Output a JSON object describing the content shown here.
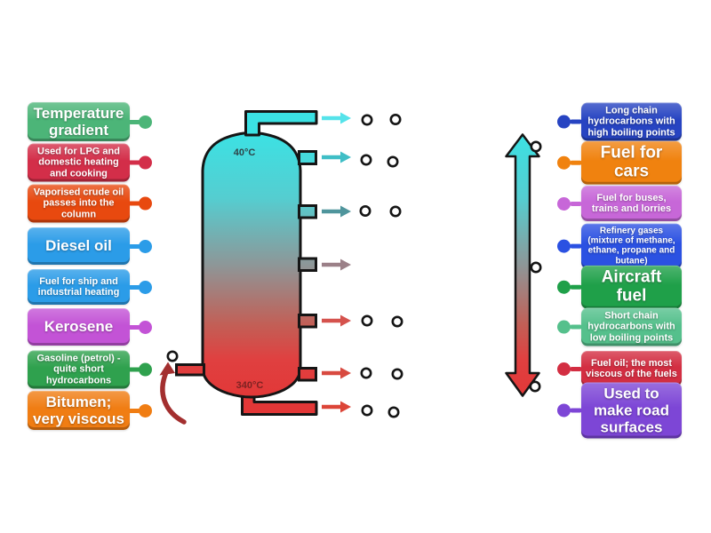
{
  "activity": "Fractional distillation labelled diagram",
  "labels_left": [
    {
      "text": "Temperature gradient",
      "color": "#4cb578"
    },
    {
      "text": "Used for LPG and domestic heating and cooking",
      "color": "#d32e49"
    },
    {
      "text": "Vaporised crude oil passes into the column",
      "color": "#e8490f"
    },
    {
      "text": "Diesel oil",
      "color": "#2b9ce8"
    },
    {
      "text": "Fuel for ship and industrial heating",
      "color": "#2b9ce8"
    },
    {
      "text": "Kerosene",
      "color": "#c353d6"
    },
    {
      "text": "Gasoline (petrol) - quite short hydrocarbons",
      "color": "#2fa14e"
    },
    {
      "text": "Bitumen; very viscous",
      "color": "#f07d13"
    }
  ],
  "labels_right": [
    {
      "text": "Long chain hydrocarbons with high boiling points",
      "color": "#2744c2"
    },
    {
      "text": "Fuel for cars",
      "color": "#f0820f"
    },
    {
      "text": "Fuel for buses, trains and lorries",
      "color": "#c767d8"
    },
    {
      "text": "Refinery gases (mixture of methane, ethane, propane and butane)",
      "color": "#2b51e2"
    },
    {
      "text": "Aircraft fuel",
      "color": "#1fa049"
    },
    {
      "text": "Short chain hydrocarbons with low boiling points",
      "color": "#55c08c"
    },
    {
      "text": "Fuel oil; the most viscous of the fuels",
      "color": "#d32e42"
    },
    {
      "text": "Used to make road surfaces",
      "color": "#7d46d6"
    }
  ],
  "column": {
    "top_temp": "40°C",
    "bottom_temp": "340°C",
    "top_color": "#3ee2e4",
    "mid_color": "#8e9697",
    "bottom_color": "#e23939",
    "outline_color": "#151515",
    "crude_inlet_arrow_color": "#a32f2f",
    "flow_arrow_colors": [
      "#55e3ea",
      "#3fbec6",
      "#4f959c",
      "#9b8088",
      "#d5524d",
      "#d84a40",
      "#dc4538"
    ]
  }
}
